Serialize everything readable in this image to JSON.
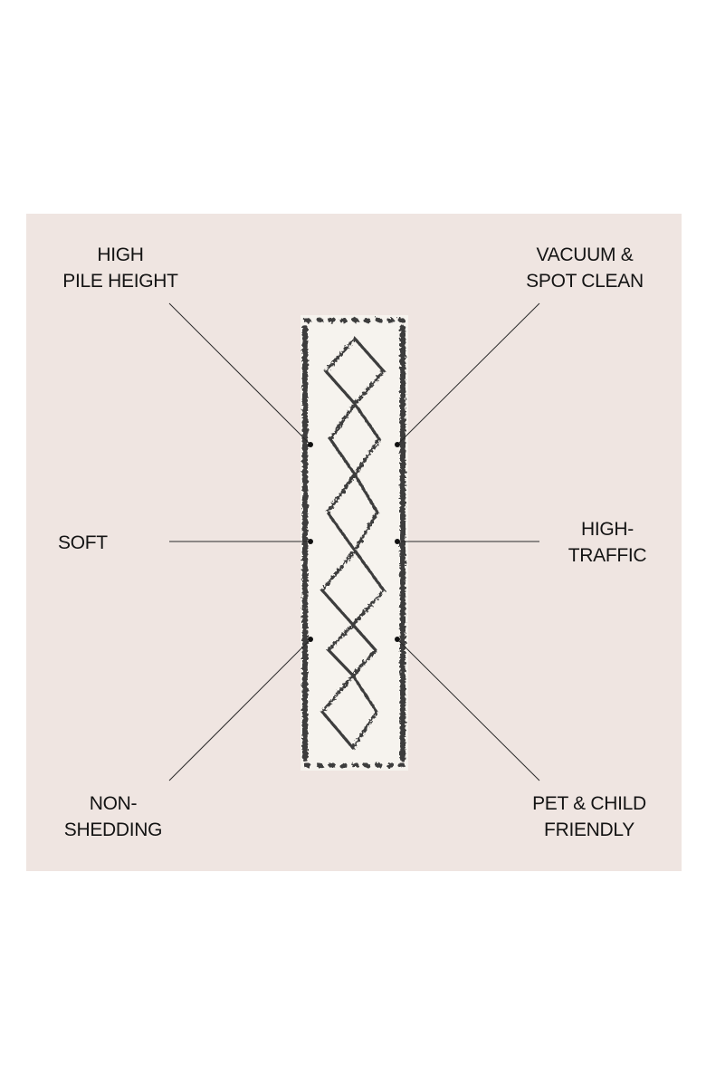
{
  "features": {
    "high_pile": {
      "line1": "HIGH",
      "line2": "PILE HEIGHT"
    },
    "vacuum": {
      "line1": "VACUUM &",
      "line2": "SPOT CLEAN"
    },
    "soft": {
      "line1": "SOFT"
    },
    "high_traffic": {
      "line1": "HIGH-",
      "line2": "TRAFFIC"
    },
    "non_shedding": {
      "line1": "NON-",
      "line2": "SHEDDING"
    },
    "pet_child": {
      "line1": "PET & CHILD",
      "line2": "FRIENDLY"
    }
  },
  "colors": {
    "panel_bg": "#efe5e1",
    "rug_base": "#f5f2ec",
    "rug_pattern": "#3a3a3a",
    "line": "#2a2a2a"
  }
}
